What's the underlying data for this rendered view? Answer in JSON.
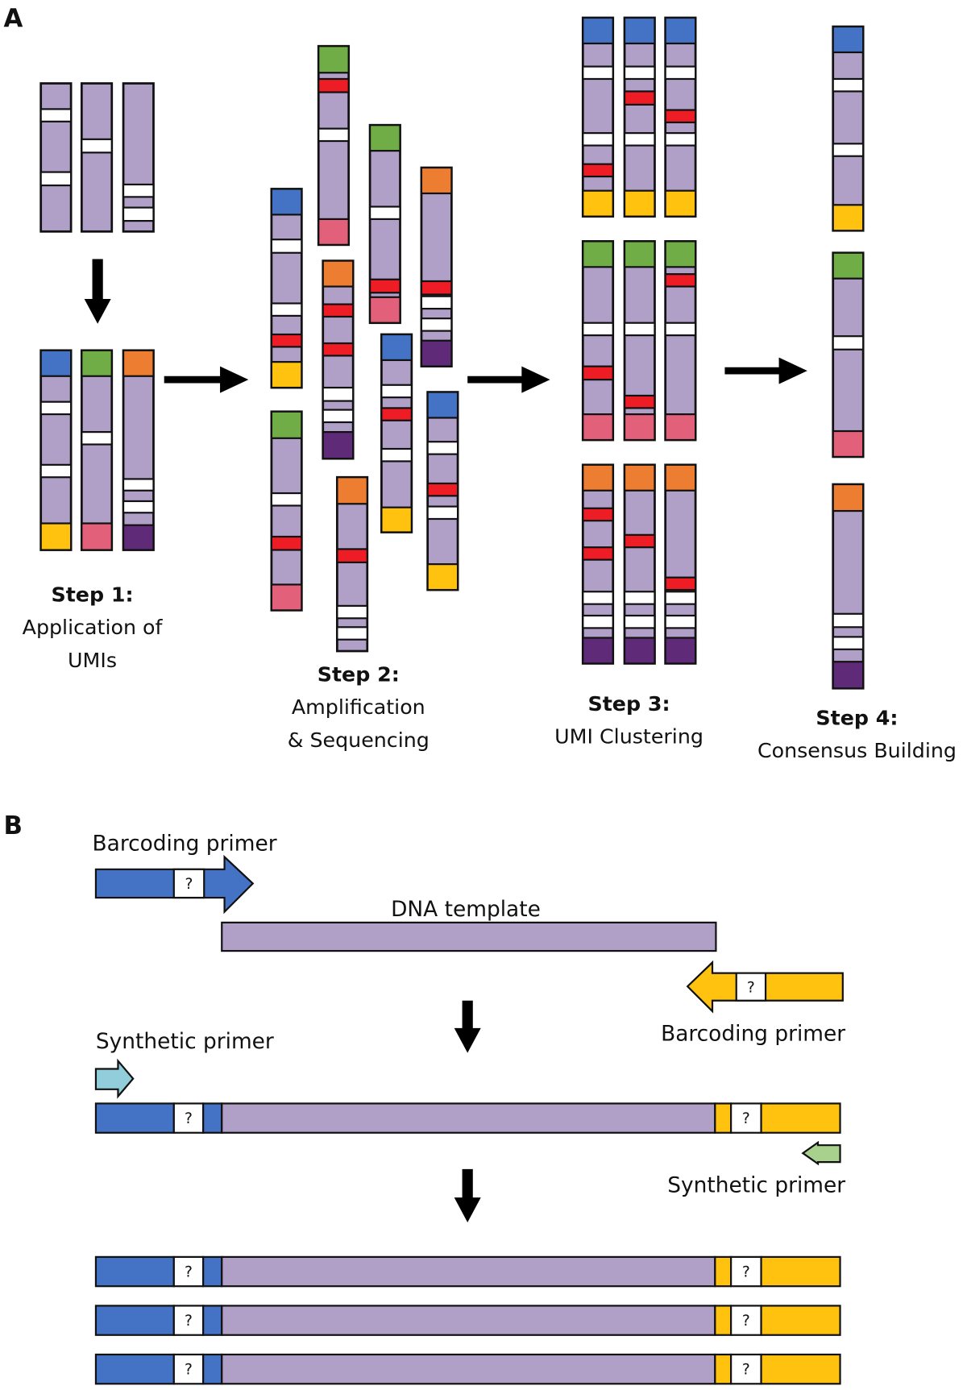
{
  "panels": {
    "a": "A",
    "b": "B"
  },
  "steps": [
    {
      "title": "Step 1:",
      "lines": [
        "Application of",
        "UMIs"
      ]
    },
    {
      "title": "Step 2:",
      "lines": [
        "Amplification",
        "& Sequencing"
      ]
    },
    {
      "title": "Step 3:",
      "lines": [
        "UMI Clustering"
      ]
    },
    {
      "title": "Step 4:",
      "lines": [
        "Consensus Building"
      ]
    }
  ],
  "panel_b": {
    "barcoding_primer_left": "Barcoding primer",
    "dna_template": "DNA template",
    "barcoding_primer_right": "Barcoding primer",
    "synthetic_primer_left": "Synthetic primer",
    "synthetic_primer_right": "Synthetic primer",
    "umi_mark": "?"
  },
  "colors": {
    "template": "#b0a0c8",
    "blank": "#ffffff",
    "error": "#ee1c25",
    "blue": "#4472c4",
    "green": "#70ad47",
    "orange": "#ed7d31",
    "yellow": "#ffc20e",
    "pink": "#e2607a",
    "dark_purple": "#5f2a78",
    "light_blue": "#92cddc",
    "light_green": "#a9d18e",
    "arrow": "#000000"
  }
}
